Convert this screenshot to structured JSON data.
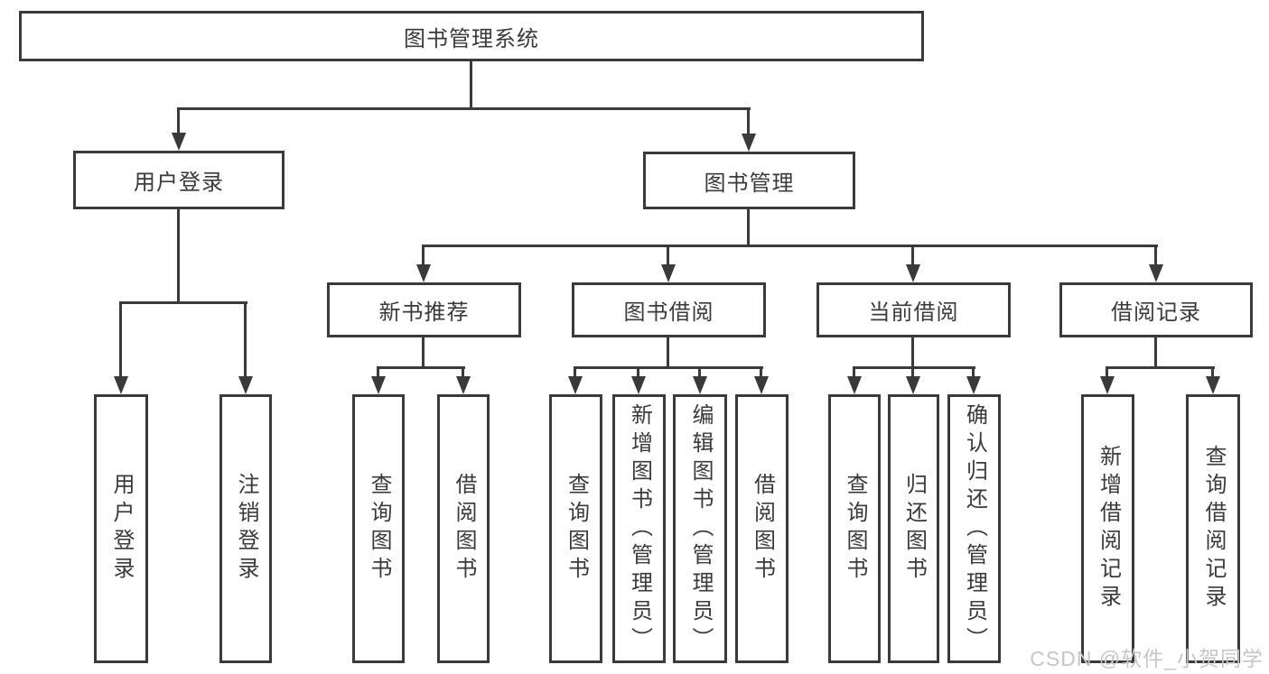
{
  "tree": {
    "label": "图书管理系统",
    "children": [
      {
        "label": "用户登录",
        "children": [
          {
            "label": "用户登录"
          },
          {
            "label": "注销登录"
          }
        ]
      },
      {
        "label": "图书管理",
        "children": [
          {
            "label": "新书推荐",
            "children": [
              {
                "label": "查询图书"
              },
              {
                "label": "借阅图书"
              }
            ]
          },
          {
            "label": "图书借阅",
            "children": [
              {
                "label": "查询图书"
              },
              {
                "label": "新增图书（管理员）"
              },
              {
                "label": "编辑图书（管理员）"
              },
              {
                "label": "借阅图书"
              }
            ]
          },
          {
            "label": "当前借阅",
            "children": [
              {
                "label": "查询图书"
              },
              {
                "label": "归还图书"
              },
              {
                "label": "确认归还（管理员）"
              }
            ]
          },
          {
            "label": "借阅记录",
            "children": [
              {
                "label": "新增借阅记录"
              },
              {
                "label": "查询借阅记录"
              }
            ]
          }
        ]
      }
    ]
  },
  "watermark": "CSDN @软件_小贺同学",
  "colors": {
    "line": "#3a3a3a",
    "text": "#3a3a3a",
    "box_fill": "#ffffff",
    "background": "#ffffff",
    "watermark": "#c6c6c6"
  }
}
